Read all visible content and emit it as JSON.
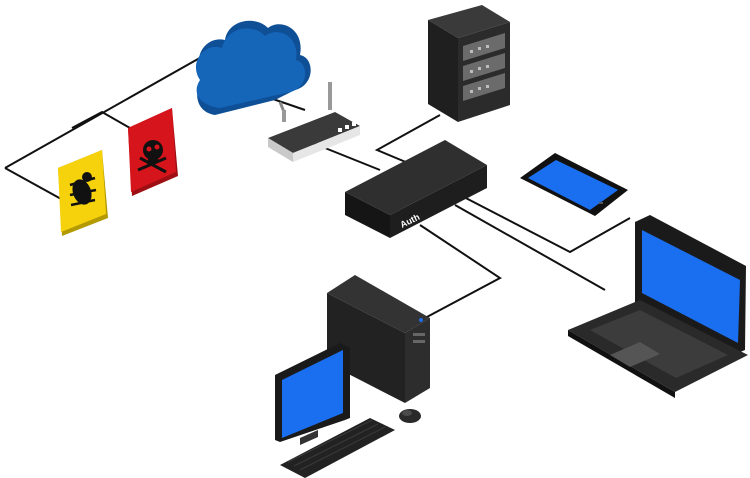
{
  "diagram": {
    "nodes": [
      {
        "id": "cloud",
        "icon": "cloud-icon"
      },
      {
        "id": "router",
        "icon": "wifi-router-icon"
      },
      {
        "id": "server",
        "icon": "server-rack-icon"
      },
      {
        "id": "firewall",
        "icon": "firewall-appliance-icon",
        "brand": "Auth"
      },
      {
        "id": "virus",
        "icon": "skull-warning-icon"
      },
      {
        "id": "bug",
        "icon": "bug-warning-icon"
      },
      {
        "id": "tablet",
        "icon": "tablet-icon"
      },
      {
        "id": "laptop",
        "icon": "laptop-icon"
      },
      {
        "id": "desktop",
        "icon": "desktop-computer-icon"
      }
    ],
    "connections": [
      [
        "cloud",
        "router"
      ],
      [
        "router",
        "firewall"
      ],
      [
        "server",
        "firewall"
      ],
      [
        "firewall",
        "tablet"
      ],
      [
        "firewall",
        "laptop"
      ],
      [
        "firewall",
        "desktop"
      ],
      [
        "cloud",
        "bug"
      ],
      [
        "cloud",
        "virus"
      ]
    ]
  },
  "colors": {
    "cloud": "#1565b8",
    "screen": "#1a6ff0",
    "threat_red": "#d6141b",
    "threat_yellow": "#f5d20c",
    "device_dark": "#2b2b2b",
    "line": "#111111"
  }
}
